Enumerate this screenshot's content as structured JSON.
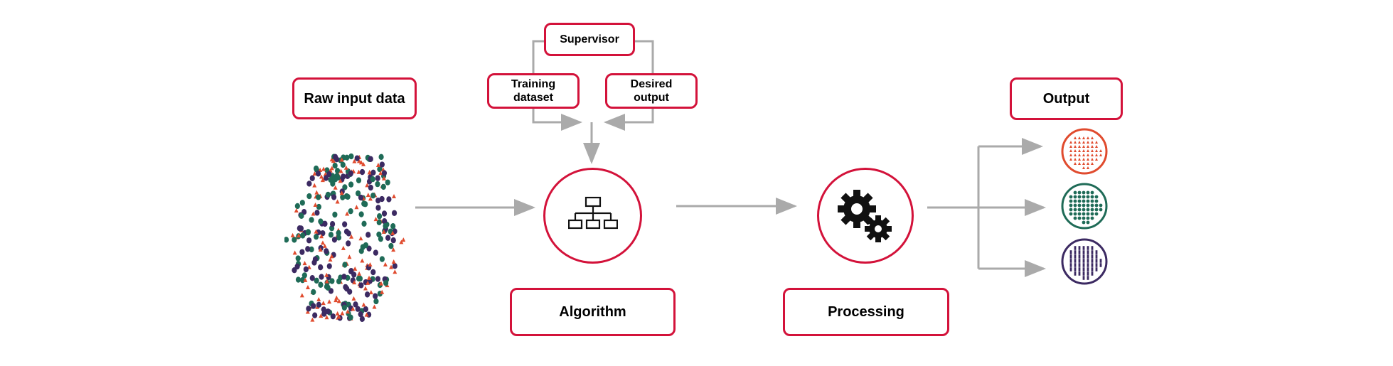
{
  "labels": {
    "raw_input": "Raw input data",
    "supervisor": "Supervisor",
    "training_dataset": "Training dataset",
    "desired_output": "Desired output",
    "algorithm": "Algorithm",
    "processing": "Processing",
    "output": "Output"
  },
  "icons": {
    "algorithm": "hierarchy-icon",
    "processing": "gears-icon",
    "output_red": "triangle-cluster-icon",
    "output_green": "circle-cluster-icon",
    "output_purple": "square-cluster-icon",
    "raw_input": "mixed-points-cloud-icon"
  },
  "colors": {
    "accent": "#d3123a",
    "arrow": "#aaaaaa",
    "red_class": "#e04b2e",
    "green_class": "#1f6b57",
    "purple_class": "#3c2a62"
  }
}
